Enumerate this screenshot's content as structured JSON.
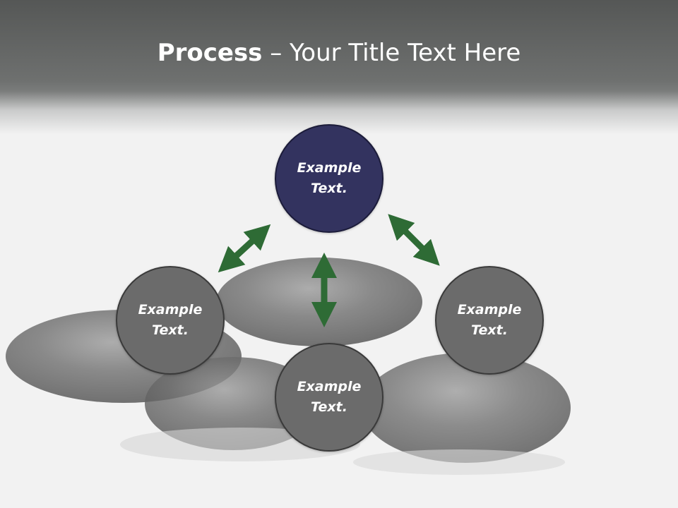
{
  "slide": {
    "title_bold": "Process",
    "title_rest": " – Your Title Text Here"
  },
  "nodes": {
    "top": "Example Text.",
    "left": "Example Text.",
    "right": "Example Text.",
    "bottom": "Example Text."
  },
  "colors": {
    "accent_circle": "#33335f",
    "grey_circle": "#6b6b6b",
    "arrow": "#2e6b35"
  }
}
